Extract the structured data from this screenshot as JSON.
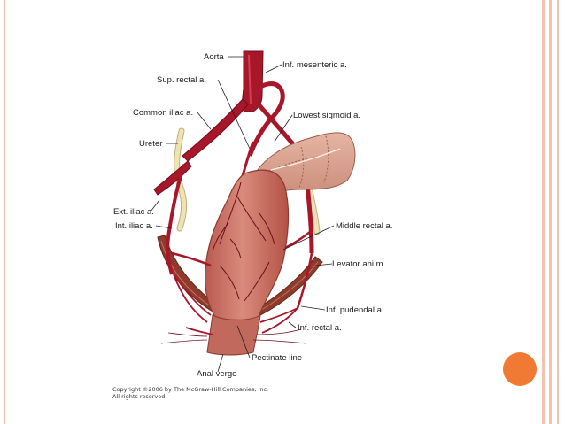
{
  "labels": {
    "aorta": "Aorta",
    "inf_mesenteric": "Inf. mesenteric a.",
    "sup_rectal": "Sup. rectal a.",
    "common_iliac": "Common iliac a.",
    "lowest_sigmoid": "Lowest sigmoid a.",
    "ureter": "Ureter",
    "ext_iliac": "Ext. iliac a.",
    "int_iliac": "Int. iliac a.",
    "middle_rectal": "Middle rectal a.",
    "levator_ani": "Levator ani m.",
    "inf_pudendal": "Inf. pudendal a.",
    "inf_rectal": "Inf. rectal a.",
    "pectinate_line": "Pectinate line",
    "anal_verge": "Anal verge"
  },
  "copyright": {
    "line1": "Copyright ©2006 by The McGraw-Hill Companies, Inc.",
    "line2": "All rights reserved."
  },
  "colors": {
    "artery": "#a8162a",
    "rectum": "#c96a5e",
    "muscle": "#8e3b2c",
    "ureter": "#efe3b6",
    "accent": "#f07a33",
    "frame": "#f3c3b0"
  }
}
